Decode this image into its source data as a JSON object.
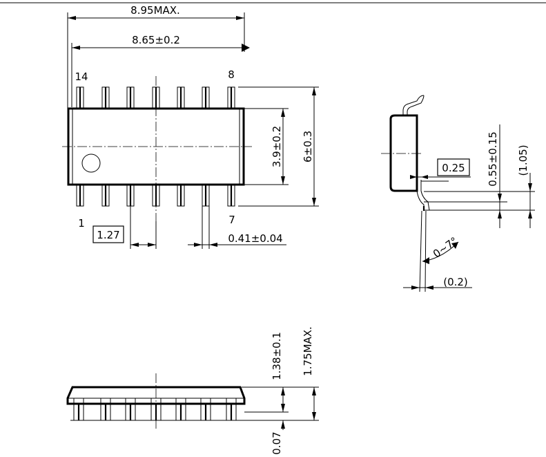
{
  "top_view": {
    "overall_length": "8.95MAX.",
    "body_length": "8.65±0.2",
    "pin_top_right": "8",
    "pin_top_left": "14",
    "pin_bottom_left": "1",
    "pin_bottom_right": "7",
    "pitch": "1.27",
    "lead_width": "0.41±0.04",
    "body_width": "3.9±0.2",
    "total_width": "6±0.3"
  },
  "side_view": {
    "lead_thickness": "0.25",
    "foot_length": "0.55±0.15",
    "lead_length": "(1.05)",
    "angle": "0~7°",
    "standoff_ref": "(0.2)"
  },
  "front_view": {
    "body_height": "1.38±0.1",
    "max_height": "1.75MAX.",
    "standoff": "0.07"
  }
}
